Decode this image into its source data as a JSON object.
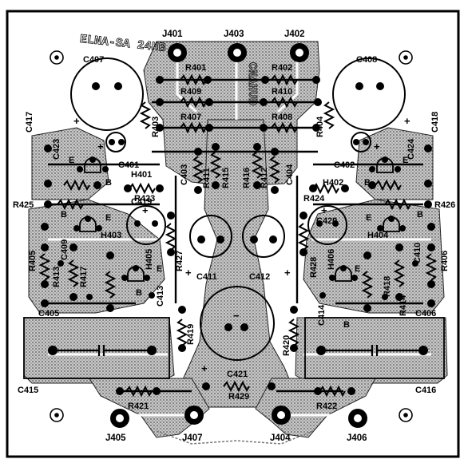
{
  "board": {
    "silkscreen_text": "ELNA-SA 24HB",
    "side_text": "CNAHUD",
    "polarity_plus": "+",
    "polarity_minus": "−"
  },
  "jacks": [
    "J401",
    "J403",
    "J402",
    "J405",
    "J407",
    "J404",
    "J406"
  ],
  "resistors": [
    "R401",
    "R402",
    "R403",
    "R404",
    "R405",
    "R406",
    "R407",
    "R408",
    "R409",
    "R410",
    "R411",
    "R412",
    "R413",
    "R414",
    "R415",
    "R416",
    "R417",
    "R418",
    "R419",
    "R420",
    "R421",
    "R422",
    "R423",
    "R424",
    "R425",
    "R426",
    "R427",
    "R428",
    "R429"
  ],
  "capacitors": [
    "C401",
    "C402",
    "C403",
    "C404",
    "C405",
    "C406",
    "C407",
    "C408",
    "C409",
    "C410",
    "C411",
    "C412",
    "C413",
    "C414",
    "C415",
    "C416",
    "C417",
    "C418",
    "C419",
    "C420",
    "C421",
    "C423",
    "C424"
  ],
  "heaters": [
    "H401",
    "H402",
    "H403",
    "H404",
    "H405",
    "H406"
  ],
  "pins": {
    "b": "B",
    "e": "E"
  },
  "colors": {
    "background": "#ffffff",
    "ink": "#000000",
    "copper_stipple": "#6a6a6a",
    "copper_light": "#bdbdbd"
  }
}
